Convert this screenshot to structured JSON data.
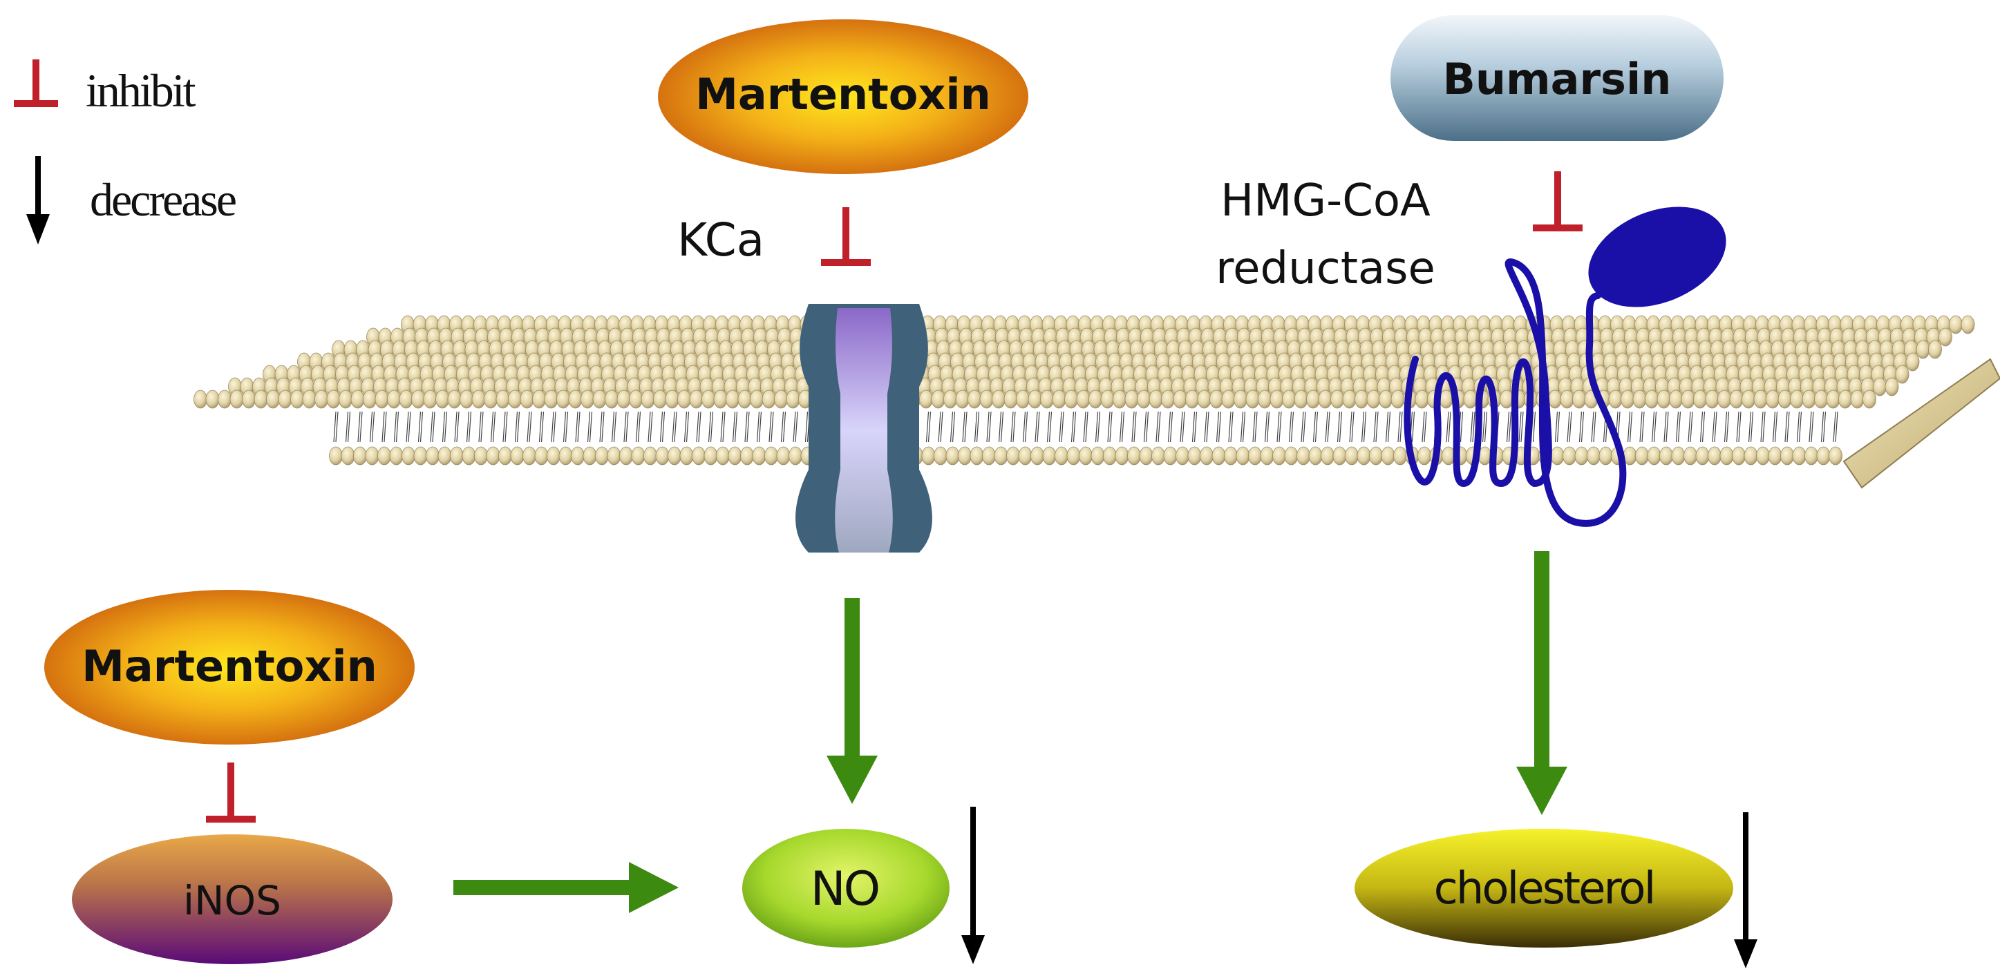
{
  "legend": {
    "inhibit_label": "inhibit",
    "decrease_label": "decrease"
  },
  "nodes": {
    "martentoxin_top": "Martentoxin",
    "martentoxin_left": "Martentoxin",
    "bumarsin": "Bumarsin",
    "inos": "iNOS",
    "no": "NO",
    "cholesterol": "cholesterol"
  },
  "labels": {
    "kca": "KCa",
    "hmg_line1": "HMG-CoA",
    "hmg_line2": "reductase"
  },
  "colors": {
    "inhibit": "#c0202a",
    "activate_arrow": "#3d8a10",
    "decrease_arrow": "#000000",
    "membrane_head": "#e0d2a4",
    "channel": "#3f627a",
    "channel_pore": "#b9aee8",
    "reductase": "#1a10a8"
  }
}
